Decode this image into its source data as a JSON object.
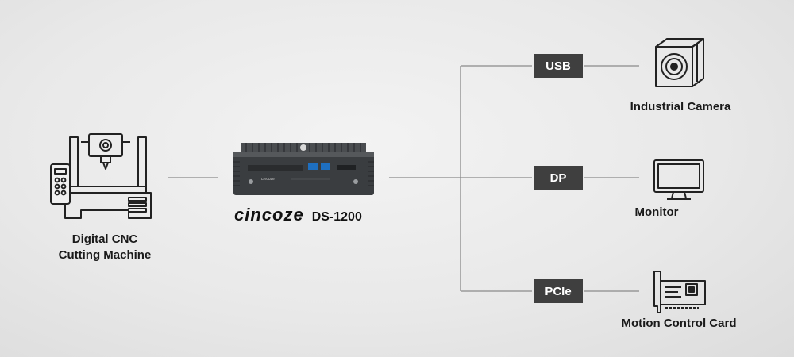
{
  "cnc": {
    "line1": "Digital CNC",
    "line2": "Cutting Machine"
  },
  "device": {
    "brand": "cincoze",
    "model": "DS-1200",
    "panel_brand": "cincoze"
  },
  "interfaces": [
    {
      "label": "USB",
      "target": "Industrial Camera",
      "target_icon": "industrial-camera-icon"
    },
    {
      "label": "DP",
      "target": "Monitor",
      "target_icon": "monitor-icon"
    },
    {
      "label": "PCIe",
      "target": "Motion Control Card",
      "target_icon": "motion-control-card-icon"
    }
  ],
  "colors": {
    "line": "#8a8a8a",
    "badge": "#3f3f3f",
    "icon": "#222222",
    "device_body": "#3a3d40"
  }
}
